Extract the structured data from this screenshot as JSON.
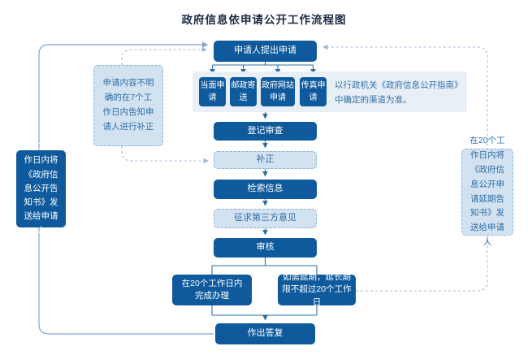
{
  "title": "政府信息依申请公开工作流程图",
  "colors": {
    "node_dark_blue": "#0e5a9d",
    "node_light_fill": "#d3e2f1",
    "node_dashed_border": "#8fb4d8",
    "band_fill": "#e9eff6",
    "flow_line": "#2e6da6",
    "loop_line": "#7ea6d0",
    "dashed_line": "#a3bcd6",
    "blue_text": "#2f6fa8",
    "title_text": "#1b2a45"
  },
  "nodes": {
    "apply": "申请人提出申请",
    "methods": [
      "当面申请",
      "邮政寄送",
      "政府网站申请",
      "传真申请"
    ],
    "channel_note": "以行政机关《政府信息公开指南》中确定的渠道为准。",
    "supplement_note": "申请内容不明确的在7个工作日内告知申请人进行补正",
    "register": "登记审查",
    "supplement": "补正",
    "search": "检索信息",
    "third_party": "征求第三方意见",
    "review": "审核",
    "complete": "在20个工作日内完成办理",
    "extend": "如需延期，延长期限不超过20个工作日",
    "reply": "作出答复",
    "notice_left": "在20个工作日内将《政府信息公开告知书》发送给申请人",
    "notice_right": "在20个工作日内将《政府信息公开申请延期告知书》发送给申请人"
  }
}
